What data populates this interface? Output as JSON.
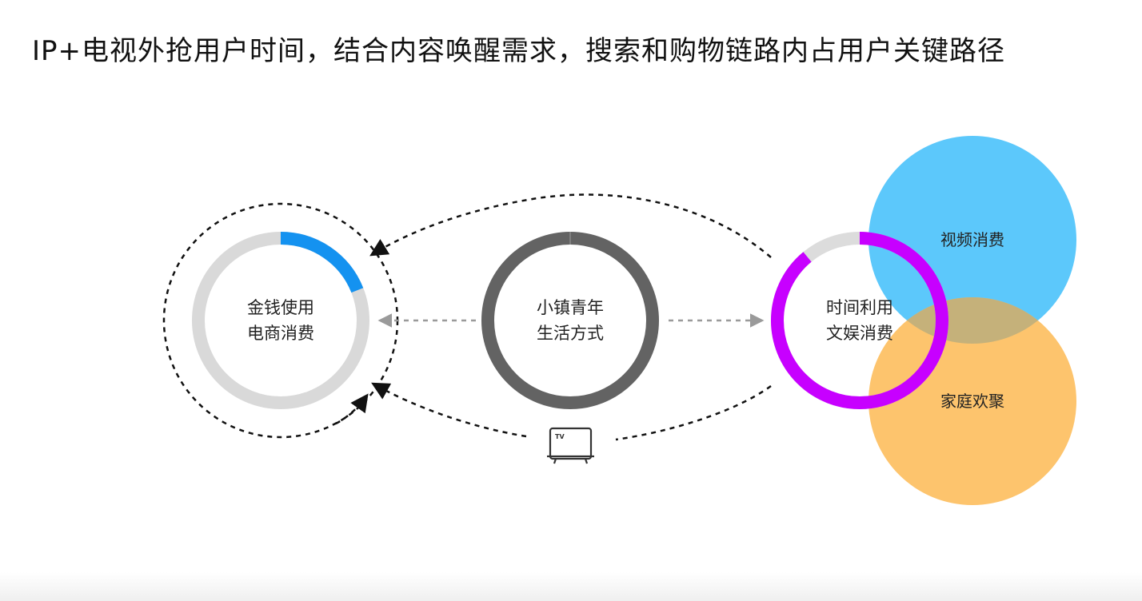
{
  "title": "IP+电视外抢用户时间，结合内容唤醒需求，搜索和购物链路内占用户关键路径",
  "rings": {
    "left": {
      "line1": "金钱使用",
      "line2": "电商消费",
      "progress_fraction": 0.19,
      "accent_color": "#1492f0",
      "track_color": "#d9d9d9"
    },
    "center": {
      "line1": "小镇青年",
      "line2": "生活方式",
      "color": "#636363"
    },
    "right": {
      "line1": "时间利用",
      "line2": "文娱消费",
      "progress_fraction": 0.89,
      "accent_color": "#c700ff",
      "track_color": "#dcdcdc"
    }
  },
  "bubbles": {
    "top": {
      "label": "视频消费",
      "color": "#5cc8fb"
    },
    "bottom": {
      "label": "家庭欢聚",
      "color": "#fdc46d"
    }
  },
  "tv_icon": {
    "label": "TV"
  },
  "colors": {
    "dashed_black": "#111111",
    "dashed_gray": "#9a9a9a",
    "overlap": "#c5b17a"
  }
}
